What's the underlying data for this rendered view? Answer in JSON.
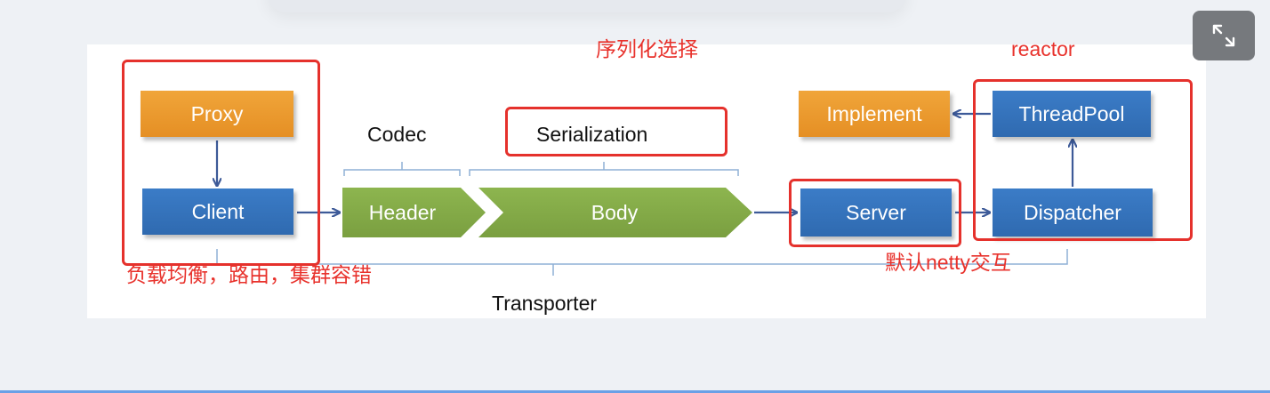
{
  "diagram": {
    "proxy": "Proxy",
    "client": "Client",
    "codec": "Codec",
    "serialization": "Serialization",
    "header": "Header",
    "body": "Body",
    "transporter": "Transporter",
    "implement": "Implement",
    "threadpool": "ThreadPool",
    "server": "Server",
    "dispatcher": "Dispatcher",
    "note_serialization": "序列化选择",
    "note_reactor": "reactor",
    "note_client": "负载均衡，路由，集群容错",
    "note_server": "默认netty交互"
  },
  "colors": {
    "orange": "#e8982c",
    "blue": "#3473bb",
    "green": "#86a84a",
    "red": "#e5312c",
    "arrow": "#3d5a98"
  },
  "toolbar": {
    "expand_icon": "expand-icon"
  }
}
